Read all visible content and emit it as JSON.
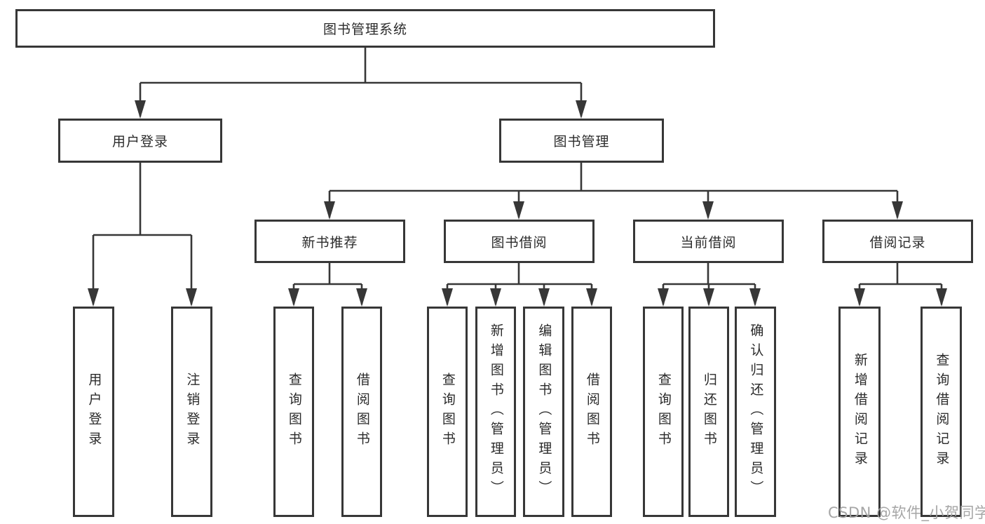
{
  "tree": {
    "label": "图书管理系统",
    "children": [
      {
        "label": "用户登录",
        "children": [
          {
            "label": "用户登录"
          },
          {
            "label": "注销登录"
          }
        ]
      },
      {
        "label": "图书管理",
        "children": [
          {
            "label": "新书推荐",
            "children": [
              {
                "label": "查询图书"
              },
              {
                "label": "借阅图书"
              }
            ]
          },
          {
            "label": "图书借阅",
            "children": [
              {
                "label": "查询图书"
              },
              {
                "label": "新增图书（管理员）"
              },
              {
                "label": "编辑图书（管理员）"
              },
              {
                "label": "借阅图书"
              }
            ]
          },
          {
            "label": "当前借阅",
            "children": [
              {
                "label": "查询图书"
              },
              {
                "label": "归还图书"
              },
              {
                "label": "确认归还（管理员）"
              }
            ]
          },
          {
            "label": "借阅记录",
            "children": [
              {
                "label": "新增借阅记录"
              },
              {
                "label": "查询借阅记录"
              }
            ]
          }
        ]
      }
    ]
  },
  "watermark": {
    "text": "CSDN @软件_小贺同学"
  },
  "colors": {
    "line": "#373737",
    "box_border": "#373737",
    "text": "#2b2b2b",
    "watermark": "#a2a2a2",
    "background": "#ffffff"
  }
}
